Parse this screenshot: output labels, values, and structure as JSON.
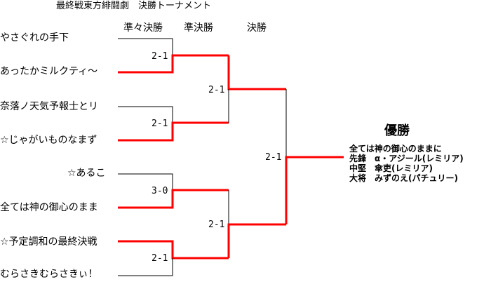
{
  "title": "最終戦東方緋闘劇　決勝トーナメント",
  "rounds": [
    "準々決勝",
    "準決勝",
    "決勝"
  ],
  "teams": [
    "やさぐれの手下",
    "あったかミルクティ～",
    "奈落ノ天気予報士とリ",
    "☆じゃがいものなまず",
    "☆あるこ",
    "全ては神の御心のまま",
    "☆予定調和の最終決戦",
    "むらさきむらさきぃ！"
  ],
  "scores": {
    "qf": [
      "2-1",
      "2-1",
      "3-0",
      "2-1"
    ],
    "sf": [
      "2-1",
      "2-1"
    ],
    "final": "2-1"
  },
  "champion": {
    "heading": "優勝",
    "team": "全ては神の御心のままに",
    "members": [
      "先鋒　α・アジール(レミリア)",
      "中堅　傘吏(レミリア)",
      "大将　みずのえ(パチュリー)"
    ]
  },
  "colors": {
    "win": "#ff0000",
    "line": "#000000"
  }
}
